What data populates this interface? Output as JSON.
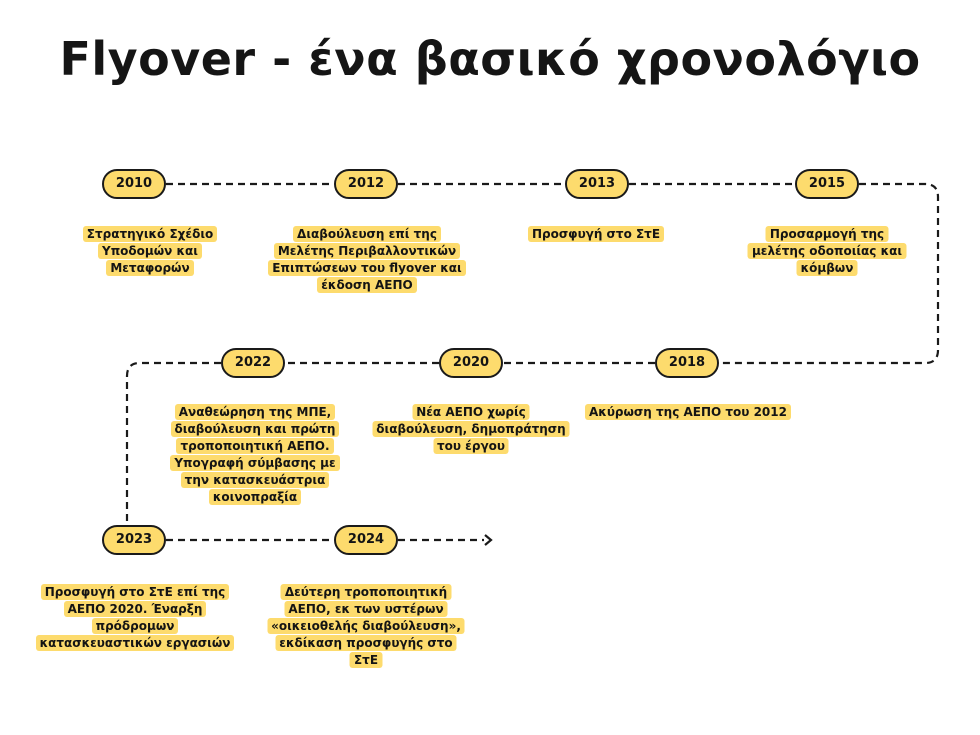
{
  "title": "Flyover - ένα βασικό χρονολόγιο",
  "colors": {
    "highlight": "#fddb6d",
    "line": "#1a1a1a"
  },
  "events": [
    {
      "year": "2010",
      "description": "Στρατηγικό Σχέδιο Υποδομών και Μεταφορών"
    },
    {
      "year": "2012",
      "description": "Διαβούλευση επί της Μελέτης Περιβαλλοντικών Επιπτώσεων του flyover και έκδοση ΑΕΠΟ"
    },
    {
      "year": "2013",
      "description": "Προσφυγή στο ΣτΕ"
    },
    {
      "year": "2015",
      "description": "Προσαρμογή της μελέτης οδοποιίας και κόμβων"
    },
    {
      "year": "2018",
      "description": "Ακύρωση της ΑΕΠΟ του 2012"
    },
    {
      "year": "2020",
      "description": "Νέα ΑΕΠΟ χωρίς διαβούλευση, δημοπράτηση του έργου"
    },
    {
      "year": "2022",
      "description": "Αναθεώρηση της ΜΠΕ, διαβούλευση και πρώτη τροποποιητική ΑΕΠΟ. Υπογραφή σύμβασης με την κατασκευάστρια κοινοπραξία"
    },
    {
      "year": "2023",
      "description": "Προσφυγή στο ΣτΕ επί της ΑΕΠΟ 2020. Έναρξη πρόδρομων κατασκευαστικών εργασιών"
    },
    {
      "year": "2024",
      "description": "Δεύτερη τροποποιητική ΑΕΠΟ, εκ των υστέρων «οικειοθελής διαβούλευση», εκδίκαση προσφυγής στο ΣτΕ"
    }
  ]
}
